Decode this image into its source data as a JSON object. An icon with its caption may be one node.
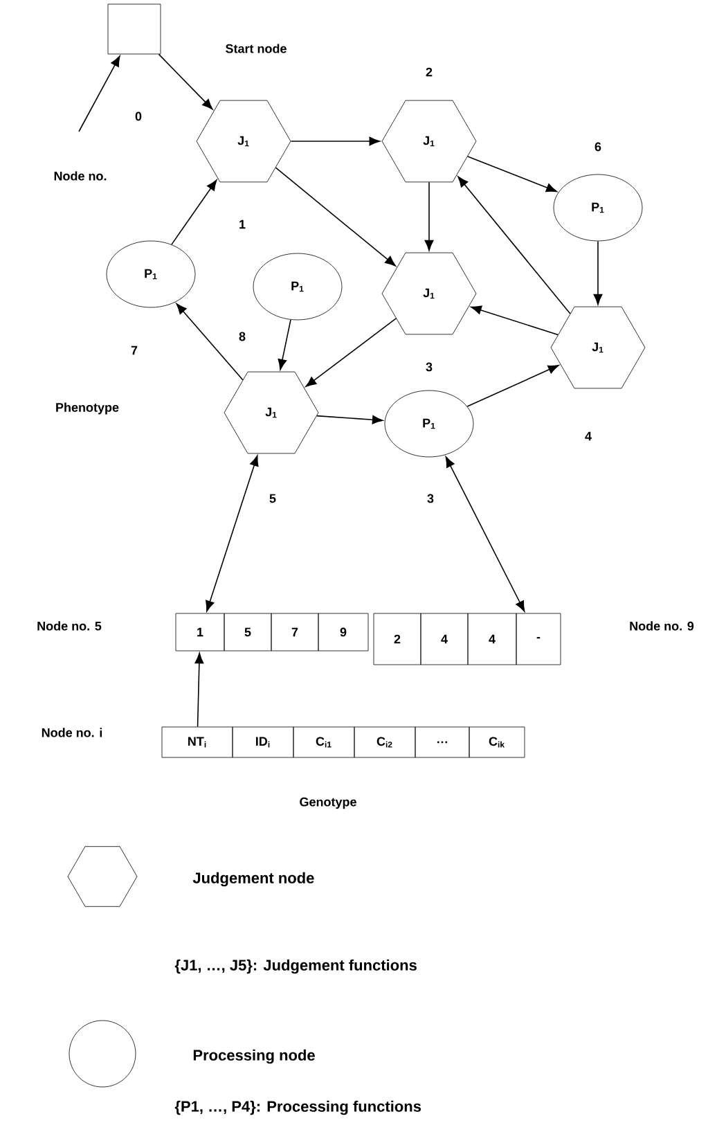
{
  "diagram": {
    "nodes": [
      {
        "text": [],
        "shape": "box"
      },
      {
        "text": [
          "J$_{1}$"
        ],
        "beside": [
          "1"
        ]
      },
      {
        "text": [
          "J$_{1}$"
        ],
        "beside": [
          "2"
        ]
      },
      {
        "text": [
          "P$_{1}$"
        ],
        "beside": [
          "6"
        ]
      },
      {
        "text": [
          "P$_{1}$"
        ],
        "beside": [
          "7"
        ]
      },
      {
        "text": [
          "P$_{1}$"
        ],
        "beside": [
          "8"
        ]
      },
      {
        "text": [
          "J$_{1}$"
        ],
        "beside": [
          "3"
        ]
      },
      {
        "text": [
          "J$_{1}$"
        ],
        "beside": [
          "4"
        ]
      },
      {
        "text": [
          "J$_{1}$"
        ],
        "beside": [
          "5"
        ]
      },
      {
        "text": [
          "P$_{1}$"
        ],
        "beside": [
          "3"
        ]
      },
      {
        "text": [
          "1"
        ]
      },
      {
        "text": [
          "5"
        ]
      },
      {
        "text": [
          "7"
        ]
      },
      {
        "text": [
          "9"
        ]
      },
      {
        "text": [
          "2"
        ]
      },
      {
        "text": [
          "4"
        ]
      },
      {
        "text": [
          "4"
        ]
      },
      {
        "text": [
          "-"
        ]
      },
      {
        "text": [
          "NT$_{i}$"
        ]
      },
      {
        "text": [
          "ID$_{i}$"
        ]
      },
      {
        "text": [
          "C$_{i1}$"
        ]
      },
      {
        "text": [
          "C$_{i2}$"
        ]
      },
      {
        "text": [
          "…"
        ]
      },
      {
        "text": [
          "C$_{ik}$"
        ]
      }
    ],
    "edges": [
      {
        "from": null,
        "to": 0,
        "arrow": "to"
      },
      {
        "from": 0,
        "to": 1,
        "arrow": "to"
      },
      {
        "from": 1,
        "to": 2,
        "arrow": "to"
      },
      {
        "from": 1,
        "to": 6,
        "arrow": "to"
      },
      {
        "from": 2,
        "to": 6,
        "arrow": "to"
      },
      {
        "from": 2,
        "to": 3,
        "arrow": "to"
      },
      {
        "from": 3,
        "to": 7,
        "arrow": "to"
      },
      {
        "from": 7,
        "to": 2,
        "arrow": "to"
      },
      {
        "from": 7,
        "to": 6,
        "arrow": "to"
      },
      {
        "from": 6,
        "to": 8,
        "arrow": "to"
      },
      {
        "from": 5,
        "to": 8,
        "arrow": "to"
      },
      {
        "from": 8,
        "to": 4,
        "arrow": "to"
      },
      {
        "from": 4,
        "to": 1,
        "arrow": "to"
      },
      {
        "from": 8,
        "to": 9,
        "arrow": "to"
      },
      {
        "from": 9,
        "to": 7,
        "arrow": "to"
      },
      {
        "from": 8,
        "to": 10,
        "arrow": "both"
      },
      {
        "from": 9,
        "to": 17,
        "arrow": "both"
      },
      {
        "from": 18,
        "to": 10,
        "arrow": "to"
      }
    ],
    "labels": [
      "Start node",
      "0",
      "Node no.",
      "Phenotype",
      "Node no. 5",
      "Node no. 9",
      "Node no. i",
      "Genotype",
      "{J1, …, J5}: Judgement functions",
      "{P1, …, P4}: Processing functions"
    ],
    "legend": [
      {
        "text": "Judgement node"
      },
      {
        "text": "Processing node"
      }
    ]
  }
}
